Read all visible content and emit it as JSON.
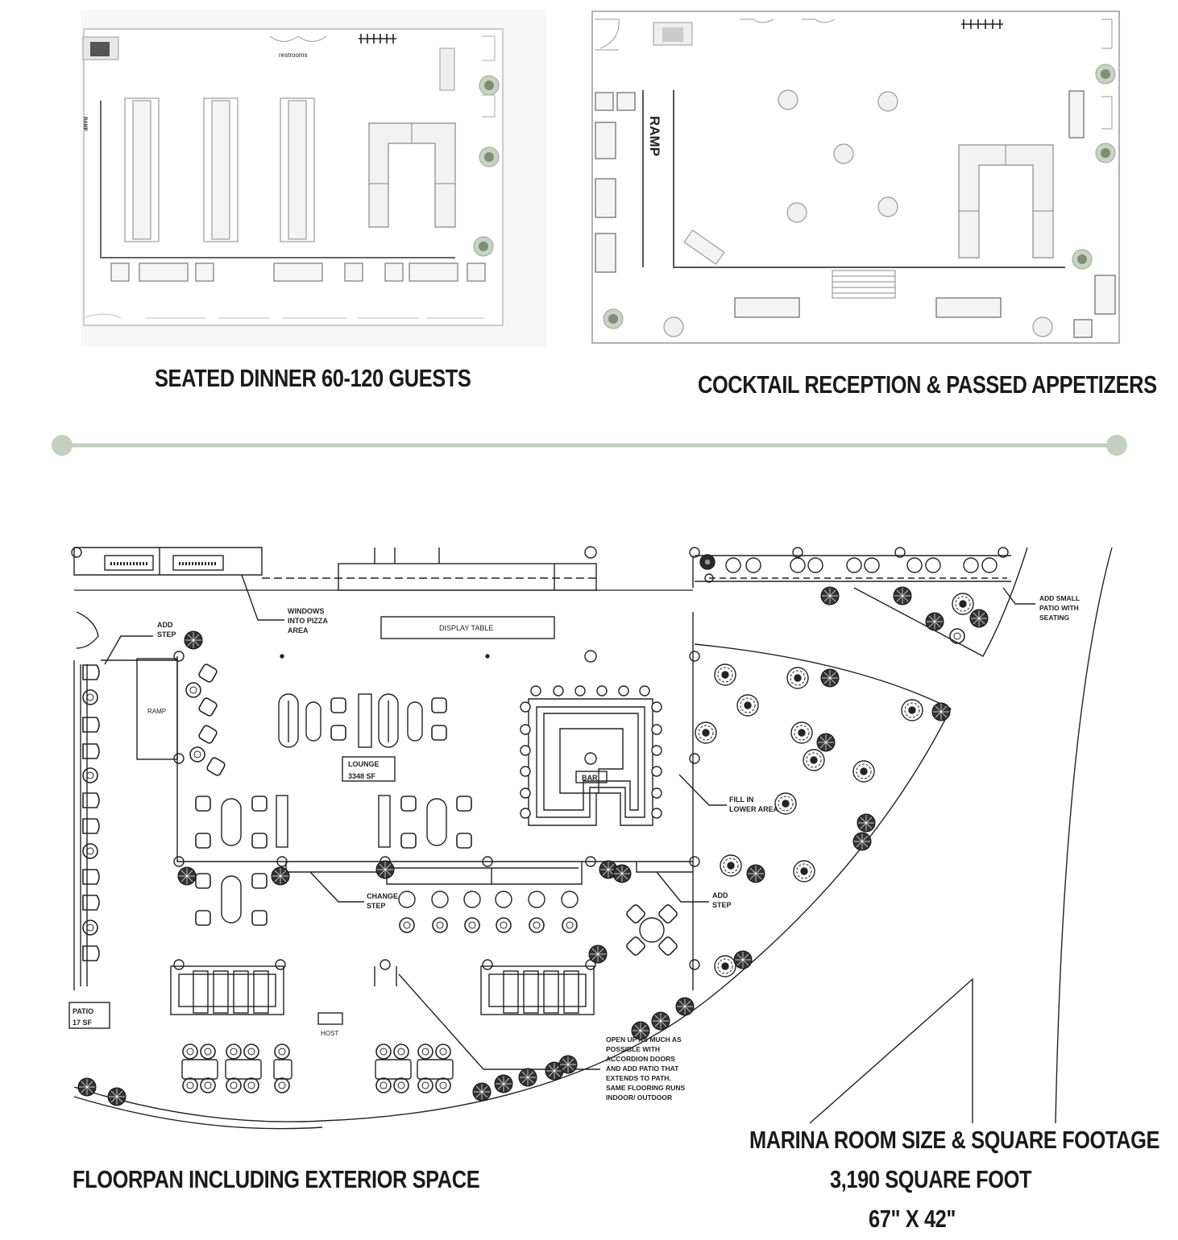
{
  "top_left_plan": {
    "caption": "SEATED DINNER 60-120 GUESTS",
    "labels": {
      "restrooms": "restrooms",
      "ramp": "RAMP"
    }
  },
  "top_right_plan": {
    "caption": "COCKTAIL RECEPTION & PASSED APPETIZERS",
    "labels": {
      "ramp": "RAMP"
    }
  },
  "divider": {
    "color": "#c3d0bd"
  },
  "floorplan": {
    "caption": "FLOORPAN INCLUDING EXTERIOR SPACE",
    "labels": {
      "windows": [
        "WINDOWS",
        "INTO PIZZA",
        "AREA"
      ],
      "display_table": "DISPLAY TABLE",
      "add_step_1": [
        "ADD",
        "STEP"
      ],
      "ramp": "RAMP",
      "lounge": [
        "LOUNGE",
        "3348 SF"
      ],
      "bar": "BAR",
      "fill_in": [
        "FILL IN",
        "LOWER AREA"
      ],
      "change_step": [
        "CHANGE",
        "STEP"
      ],
      "add_step_2": [
        "ADD",
        "STEP"
      ],
      "patio": [
        "PATIO",
        "17 SF"
      ],
      "host": "HOST",
      "open_up": [
        "OPEN UP AS MUCH AS",
        "POSSIBLE WITH",
        "ACCORDION DOORS",
        "AND ADD PATIO THAT",
        "EXTENDS TO PATH.",
        "SAME FLOORING RUNS",
        "INDOOR/ OUTDOOR"
      ],
      "add_small_patio": [
        "ADD SMALL",
        "PATIO WITH",
        "SEATING"
      ]
    }
  },
  "marina": {
    "title": "MARINA ROOM SIZE & SQUARE FOOTAGE",
    "area": "3,190 SQUARE FOOT",
    "dimensions": "67\" X 42\""
  }
}
